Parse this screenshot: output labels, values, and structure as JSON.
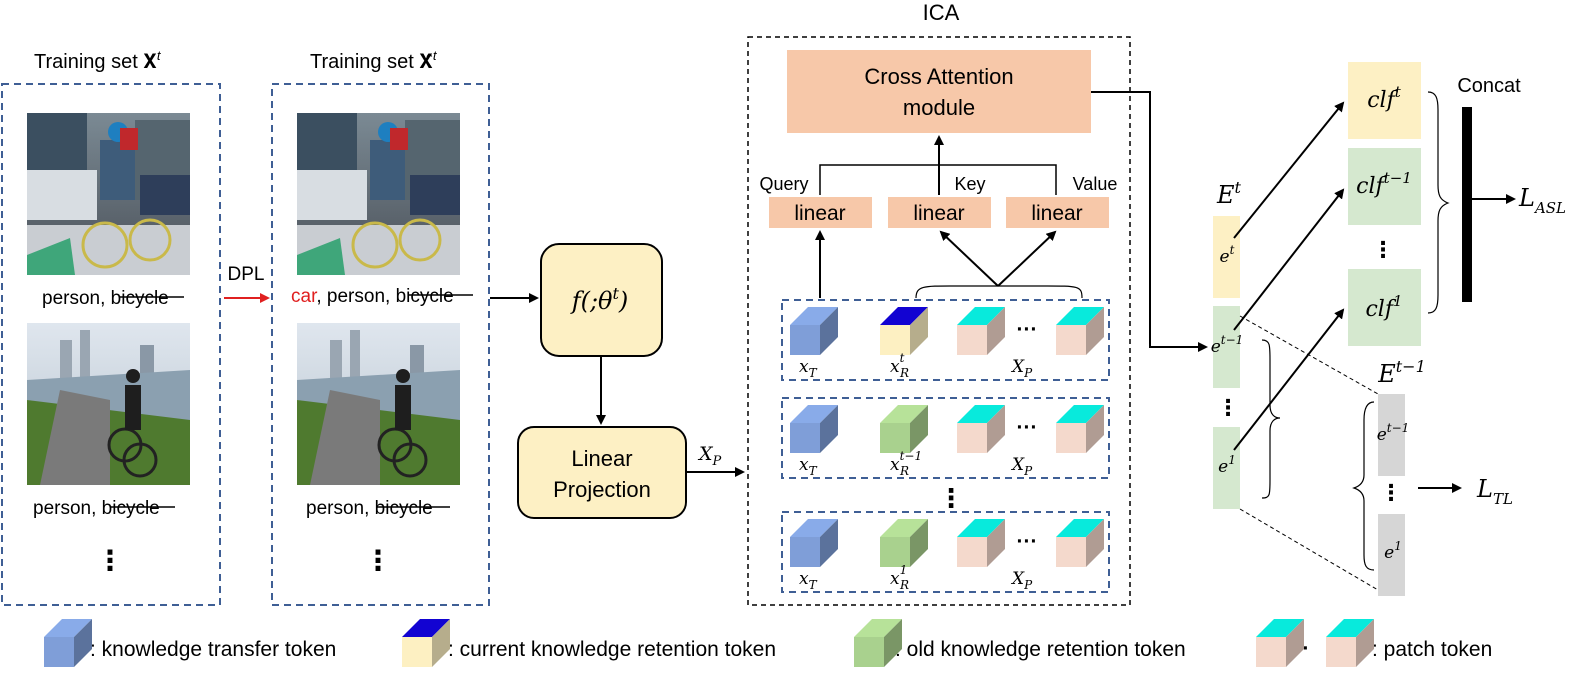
{
  "training_set_1": {
    "title": "Training set 𝐗",
    "sup": "t",
    "label_1_a": "person, ",
    "label_1_b": "bicycle",
    "label_2_a": "person, ",
    "label_2_b": "bicycle",
    "ellipsis": "⋮"
  },
  "dpl": "DPL",
  "training_set_2": {
    "title": "Training set 𝐗̂",
    "sup": "t",
    "label_1_red": "car",
    "label_1_a": ", person, ",
    "label_1_b": "bicycle",
    "label_2_a": "person,",
    "label_2_b": " bicycle",
    "ellipsis": "⋮"
  },
  "f_box": {
    "label": "f(;θ",
    "sup": "t",
    "close": ")"
  },
  "linear_projection": {
    "line1": "Linear",
    "line2": "Projection"
  },
  "xp_label": {
    "main": "X",
    "sub": "P"
  },
  "ica": {
    "title": "ICA",
    "cross_attention": {
      "line1": "Cross Attention",
      "line2": "module"
    },
    "query": "Query",
    "key": "Key",
    "value": "Value",
    "linear": "linear",
    "rows": [
      {
        "xt_main": "x",
        "xt_sub": "T",
        "xr_main": "x",
        "xr_sub": "R",
        "xr_sup": "t",
        "xp_main": "X",
        "xp_sub": "P",
        "dots": "···"
      },
      {
        "xt_main": "x",
        "xt_sub": "T",
        "xr_main": "x",
        "xr_sub": "R",
        "xr_sup": "t−1",
        "xp_main": "X",
        "xp_sub": "P",
        "dots": "···"
      },
      {
        "xt_main": "x",
        "xt_sub": "T",
        "xr_main": "x",
        "xr_sub": "R",
        "xr_sup": "1",
        "xp_main": "X",
        "xp_sub": "P",
        "dots": "···"
      }
    ],
    "mid_ellipsis": "⋮"
  },
  "E_t": {
    "main": "E",
    "sup": "t",
    "cells": [
      {
        "main": "e",
        "sup": "t"
      },
      {
        "main": "e",
        "sup": "t−1"
      },
      {
        "main": "e",
        "sup": "1"
      }
    ],
    "ellipsis": "⋮"
  },
  "E_t1": {
    "main": "E",
    "sup": "t−1",
    "cells": [
      {
        "main": "e",
        "sup": "t−1"
      },
      {
        "main": "e",
        "sup": "1"
      }
    ],
    "ellipsis": "⋮"
  },
  "clf": [
    {
      "main": "clf",
      "sup": "t"
    },
    {
      "main": "clf",
      "sup": "t−1"
    },
    {
      "main": "clf",
      "sup": "1"
    }
  ],
  "clf_ellipsis": "⋮",
  "concat": "Concat",
  "loss_asl": {
    "main": "L",
    "sub": "ASL"
  },
  "loss_tl": {
    "main": "L",
    "sub": "TL"
  },
  "legend": {
    "transfer": ": knowledge transfer token",
    "current": ": current knowledge retention token",
    "old": ": old knowledge retention token",
    "dots": "···",
    "patch": ": patch token"
  },
  "colors": {
    "blue_token": "#7f9ed8",
    "yellow_token": "#fdf0c2",
    "green_token": "#a9d18e",
    "patch_token": "#f4d9cc",
    "orange_box": "#f7c8a9",
    "yellow_box": "#fdf0c4",
    "green_box": "#d5e8cf",
    "gray_box": "#d6d6d6",
    "dashed_blue": "#3f5f95",
    "red_arrow": "#e02020"
  }
}
